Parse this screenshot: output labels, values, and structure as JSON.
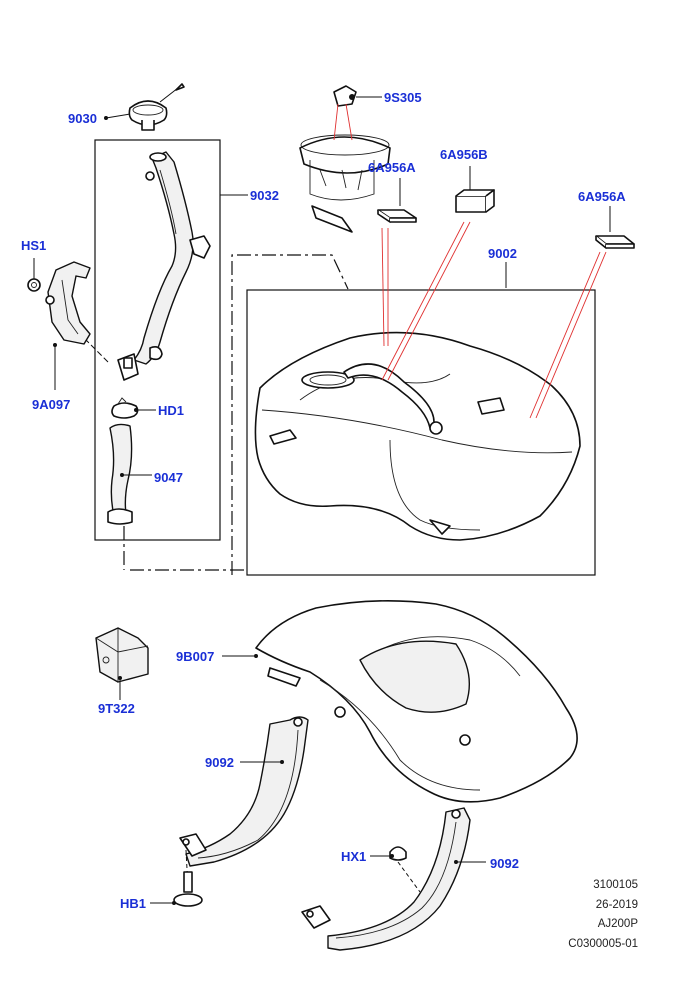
{
  "labels": {
    "p9030": "9030",
    "p9S305": "9S305",
    "p6A956A_1": "6A956A",
    "p6A956B": "6A956B",
    "p6A956A_2": "6A956A",
    "p9032": "9032",
    "pHS1": "HS1",
    "p9002": "9002",
    "p9A097": "9A097",
    "pHD1": "HD1",
    "p9047": "9047",
    "p9B007": "9B007",
    "p9T322": "9T322",
    "p9092_1": "9092",
    "pHX1": "HX1",
    "p9092_2": "9092",
    "pHB1": "HB1"
  },
  "reference": {
    "line1": "3100105",
    "line2": "26-2019",
    "line3": "AJ200P",
    "line4": "C0300005-01"
  },
  "colors": {
    "label": "#1a2fd6",
    "line": "#111111",
    "callout": "#e03030"
  }
}
